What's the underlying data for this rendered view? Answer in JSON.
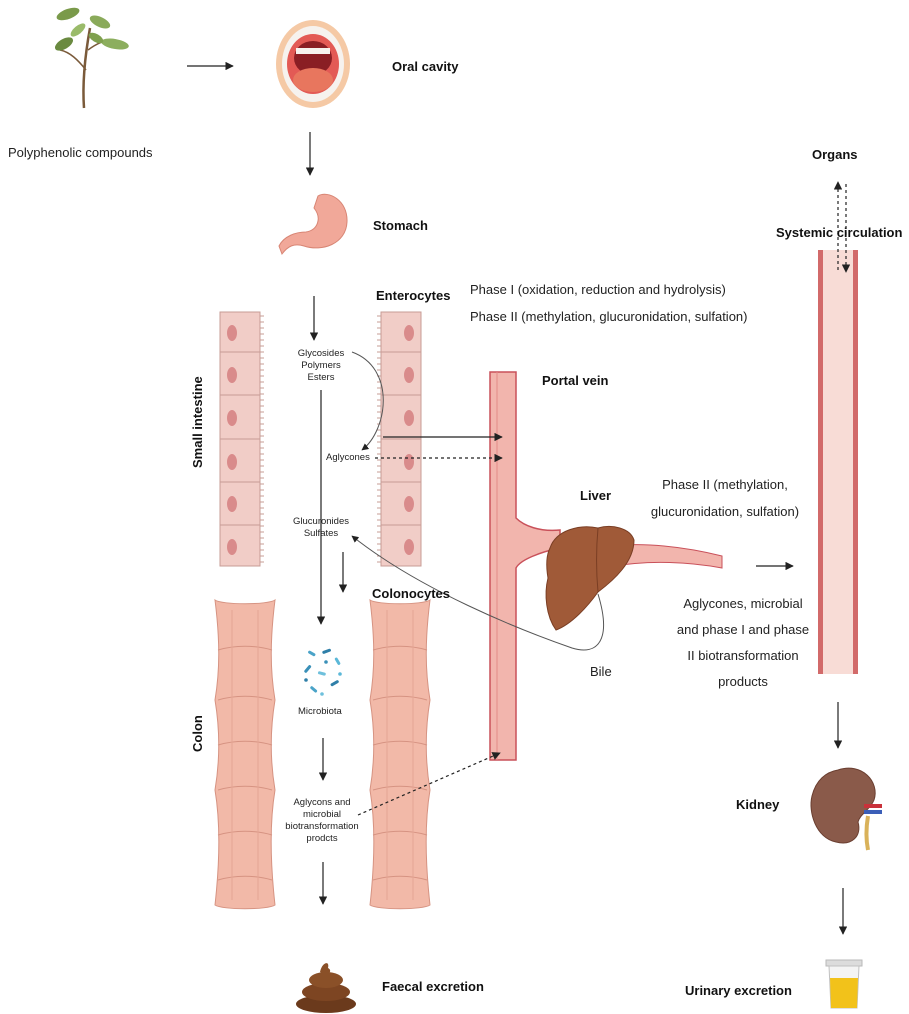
{
  "labels": {
    "polyphenolic_compounds": "Polyphenolic compounds",
    "oral_cavity": "Oral cavity",
    "stomach": "Stomach",
    "organs": "Organs",
    "systemic_circulation": "Systemic circulation",
    "enterocytes": "Enterocytes",
    "phase1": "Phase I (oxidation, reduction and hydrolysis)",
    "phase2_entero": "Phase II (methylation, glucuronidation, sulfation)",
    "small_intestine": "Small intestine",
    "glycosides": "Glycosides",
    "polymers": "Polymers",
    "esters": "Esters",
    "portal_vein": "Portal vein",
    "aglycones": "Aglycones",
    "liver": "Liver",
    "phase2_liver_1": "Phase II (methylation,",
    "phase2_liver_2": "glucuronidation, sulfation)",
    "glucuronides": "Glucuronides",
    "sulfates": "Sulfates",
    "colonocytes": "Colonocytes",
    "aglycones_products_1": "Aglycones, microbial",
    "aglycones_products_2": "and phase I and phase",
    "aglycones_products_3": "II biotransformation",
    "aglycones_products_4": "products",
    "bile": "Bile",
    "colon": "Colon",
    "microbiota": "Microbiota",
    "aglycons_1": "Aglycons and",
    "aglycons_2": "microbial",
    "aglycons_3": "biotransformation",
    "aglycons_4": "prodcts",
    "kidney": "Kidney",
    "faecal_excretion": "Faecal excretion",
    "urinary_excretion": "Urinary excretion"
  },
  "colors": {
    "vessel_fill": "#f2b5ad",
    "vessel_edge": "#c9515a",
    "cell_fill": "#f1cdc7",
    "nucleus": "#d98b8b",
    "organ_brown": "#8a4a2c",
    "urine": "#f2c21a"
  }
}
